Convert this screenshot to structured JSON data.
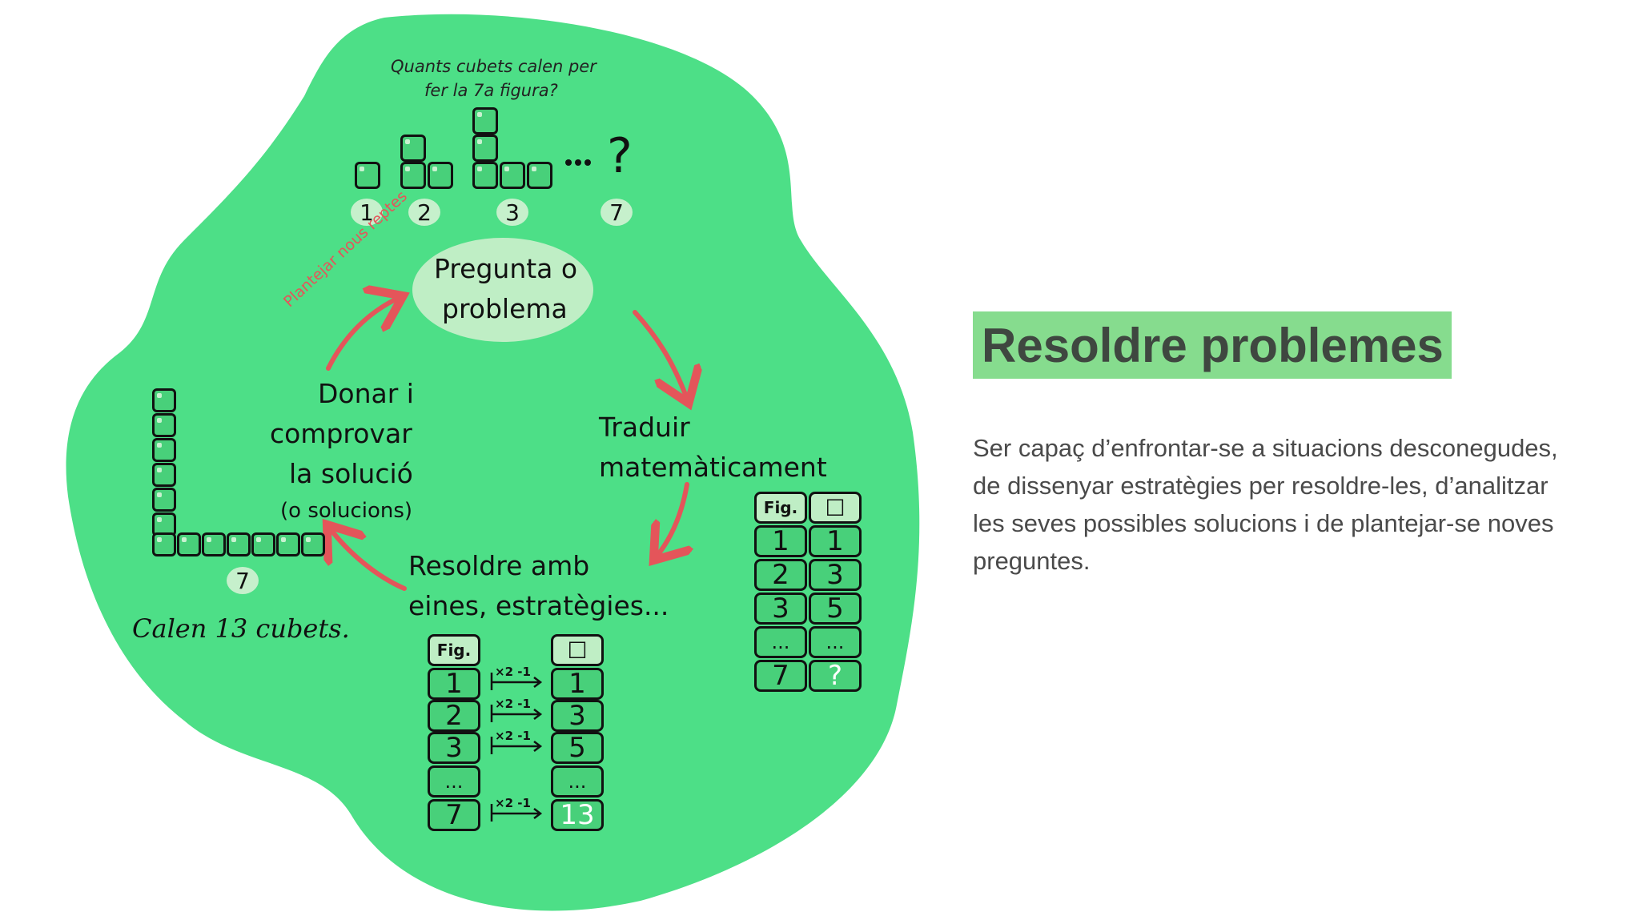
{
  "colors": {
    "blob": "#4ddf87",
    "cell": "#48d07a",
    "light": "#bfeec5",
    "arrow": "#e4555a",
    "title_bg": "#86dc8e",
    "title_text": "#3f4740",
    "body_text": "#4a4a4a"
  },
  "panel": {
    "title": "Resoldre problemes",
    "description": "Ser capaç d’enfrontar-se a situacions desconegudes, de dissenyar estratègies per resoldre-les, d’analitzar les seves possibles solucions i de plantejar-se noves preguntes."
  },
  "diagram": {
    "question_line1": "Quants cubets calen per",
    "question_line2": "fer la 7a figura?",
    "figure_labels": [
      "1",
      "2",
      "3",
      "7"
    ],
    "ellipsis": "...",
    "question_mark": "?",
    "center_line1": "Pregunta o",
    "center_line2": "problema",
    "step_translate_1": "Traduir",
    "step_translate_2": "matemàticament",
    "step_solve_1": "Resoldre amb",
    "step_solve_2": "eines, estratègies...",
    "step_check_1": "Donar i",
    "step_check_2": "comprovar",
    "step_check_3": "la solució",
    "step_check_4": "(o solucions)",
    "arrow_label": "Plantejar nous reptes",
    "result_badge": "7",
    "result_note": "Calen 13 cubets.",
    "table_right": {
      "fig_header": "Fig.",
      "square_header": "☐",
      "rows": [
        [
          "1",
          "1"
        ],
        [
          "2",
          "3"
        ],
        [
          "3",
          "5"
        ],
        [
          "...",
          "..."
        ],
        [
          "7",
          "?"
        ]
      ]
    },
    "table_bottom": {
      "fig_header": "Fig.",
      "square_header": "☐",
      "operation": "×2 -1",
      "rows": [
        [
          "1",
          "1"
        ],
        [
          "2",
          "3"
        ],
        [
          "3",
          "5"
        ],
        [
          "...",
          "..."
        ],
        [
          "7",
          "13"
        ]
      ]
    }
  }
}
